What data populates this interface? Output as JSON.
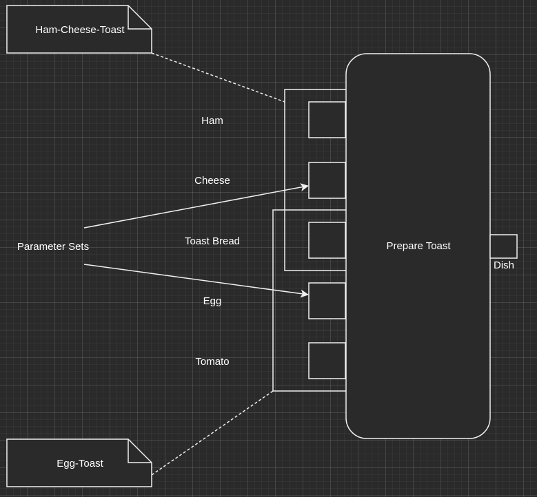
{
  "diagram": {
    "notes": {
      "ham_cheese_toast": "Ham-Cheese-Toast",
      "egg_toast": "Egg-Toast"
    },
    "activity": {
      "label": "Prepare Toast"
    },
    "inputs": [
      {
        "label": "Ham"
      },
      {
        "label": "Cheese"
      },
      {
        "label": "Toast Bread"
      },
      {
        "label": "Egg"
      },
      {
        "label": "Tomato"
      }
    ],
    "output": {
      "label": "Dish"
    },
    "parameter_sets": {
      "label": "Parameter Sets"
    }
  },
  "colors": {
    "background": "#2a2a2a",
    "stroke": "#f0f0f0",
    "text": "#ffffff"
  }
}
